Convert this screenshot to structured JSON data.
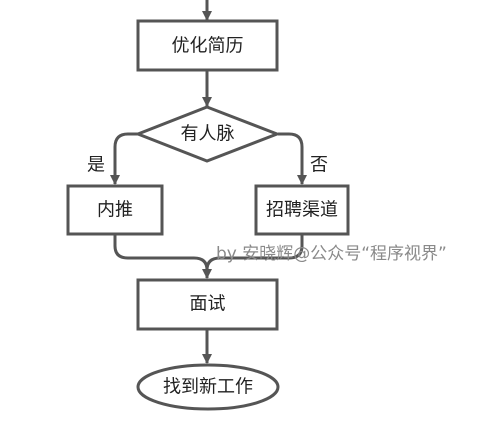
{
  "diagram": {
    "type": "flowchart",
    "nodes": {
      "optimize_resume": "优化简历",
      "has_connections": "有人脉",
      "referral": "内推",
      "recruit_channels": "招聘渠道",
      "interview": "面试",
      "find_job": "找到新工作"
    },
    "branches": {
      "yes": "是",
      "no": "否"
    },
    "watermark": "by 安晓辉@公众号“程序视界”",
    "colors": {
      "stroke": "#555555",
      "node_fill": "#ffffff",
      "text": "#222222",
      "watermark": "#8a8a8a"
    }
  }
}
